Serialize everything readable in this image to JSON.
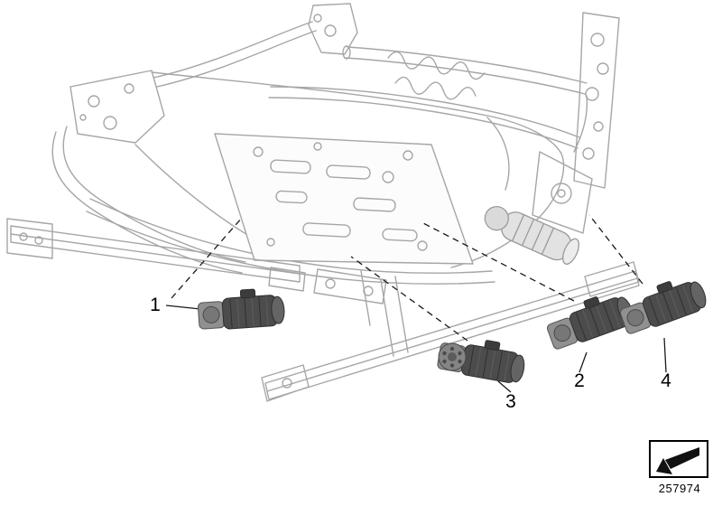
{
  "diagram": {
    "callouts": [
      {
        "label": "1"
      },
      {
        "label": "2"
      },
      {
        "label": "3"
      },
      {
        "label": "4"
      }
    ],
    "stamp": {
      "number": "257974"
    },
    "colors": {
      "background": "#ffffff",
      "frame_line": "#a6a6a6",
      "motor_body": "#4c4c4c",
      "leader_line": "#1a1a1a"
    }
  }
}
